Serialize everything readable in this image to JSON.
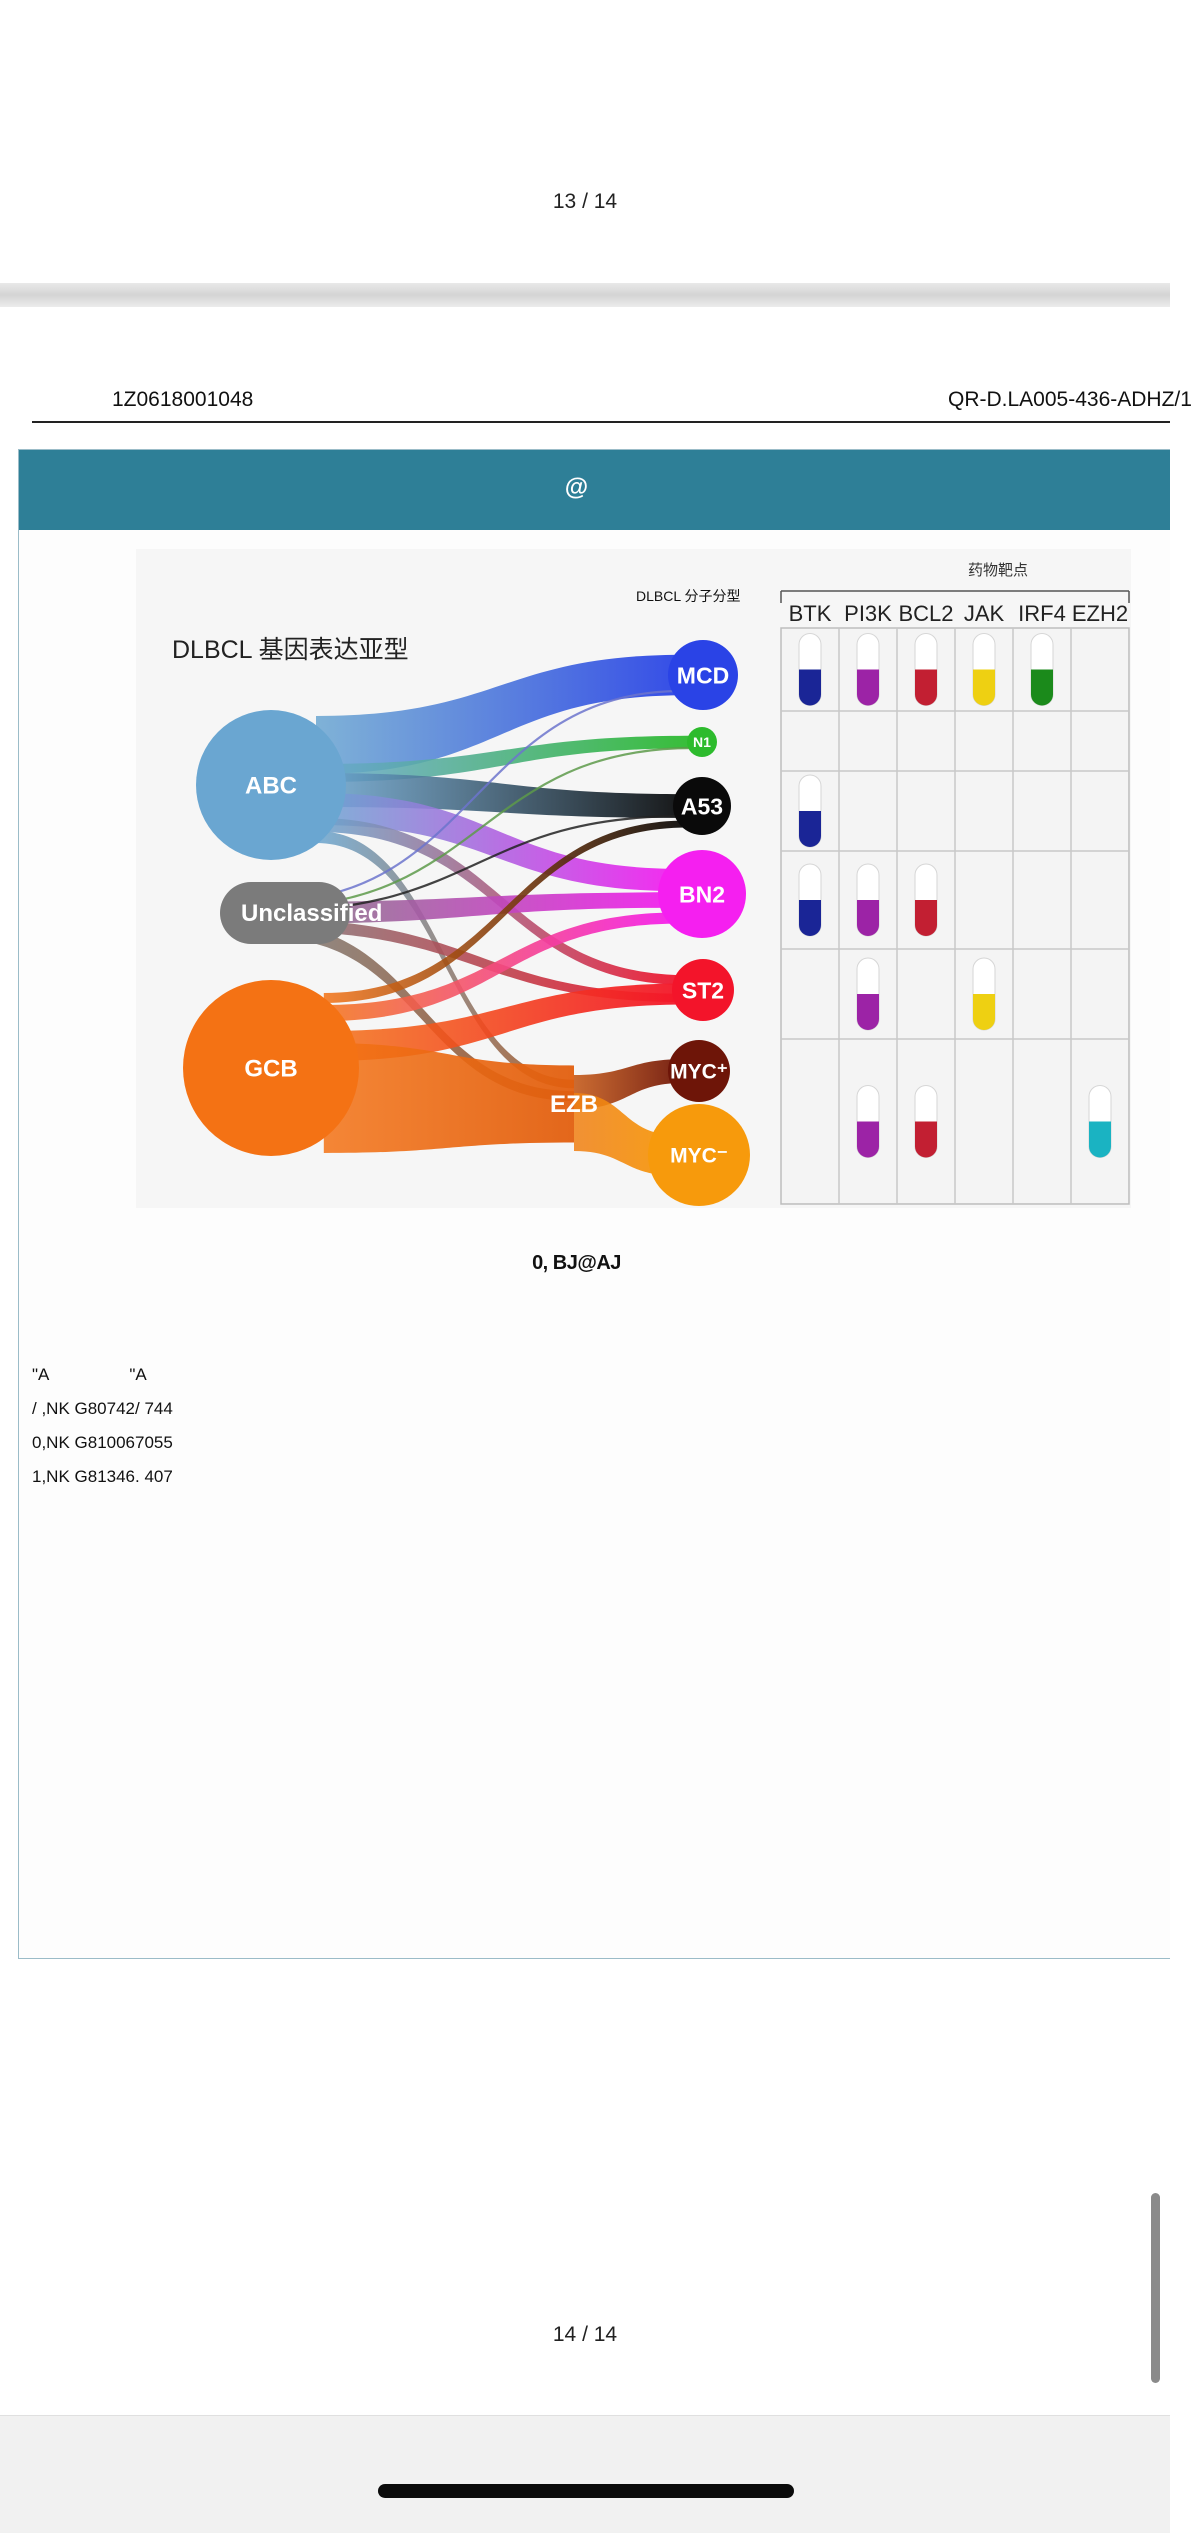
{
  "pages": {
    "top_indicator": "13 / 14",
    "bottom_indicator": "14 / 14"
  },
  "header": {
    "doc_id_left": "1Z0618001048",
    "doc_id_right": "QR-D.LA005-436-ADHZ/1"
  },
  "banner": {
    "title": "@"
  },
  "figure": {
    "title": "DLBCL 基因表达亚型",
    "subtypes_label": "DLBCL 分子分型",
    "targets_label": "药物靶点",
    "sources": [
      "ABC",
      "Unclassified",
      "GCB",
      "EZB"
    ],
    "subtypes": [
      "MCD",
      "N1",
      "A53",
      "BN2",
      "ST2",
      "MYC⁺",
      "MYC⁻"
    ],
    "targets": [
      "BTK",
      "PI3K",
      "BCL2",
      "JAK",
      "IRF4",
      "EZH2"
    ],
    "colors": {
      "ABC": "#6aa6d1",
      "Unclassified": "#7b7b7b",
      "GCB": "#f47214",
      "MCD": "#2a43e6",
      "N1": "#2dbb2d",
      "A53": "#0a0a0a",
      "BN2": "#f51ff0",
      "ST2": "#f3142a",
      "MYC_pos": "#6e1508",
      "MYC_neg": "#f79a0c",
      "BTK": "#1a2596",
      "PI3K": "#9c23a6",
      "BCL2": "#c21f32",
      "JAK": "#eed012",
      "IRF4": "#1b8a1b",
      "EZH2": "#1ab3c2"
    },
    "drug_matrix": [
      {
        "subtype": "MCD",
        "targets": [
          "BTK",
          "PI3K",
          "BCL2",
          "JAK",
          "IRF4"
        ]
      },
      {
        "subtype": "N1",
        "targets": []
      },
      {
        "subtype": "A53",
        "targets": [
          "BTK"
        ]
      },
      {
        "subtype": "BN2",
        "targets": [
          "BTK",
          "PI3K",
          "BCL2"
        ]
      },
      {
        "subtype": "ST2",
        "targets": [
          "PI3K",
          "JAK"
        ]
      },
      {
        "subtype": "EZB",
        "targets": [
          "PI3K",
          "BCL2",
          "EZH2"
        ]
      }
    ]
  },
  "caption": "0, BJ@AJ",
  "info": {
    "header_row": {
      "col1": "\"A",
      "col2": "\"A"
    },
    "rows": [
      "/ ,NK G80742/ 744",
      "0,NK G810067055",
      "1,NK G81346. 407"
    ]
  }
}
